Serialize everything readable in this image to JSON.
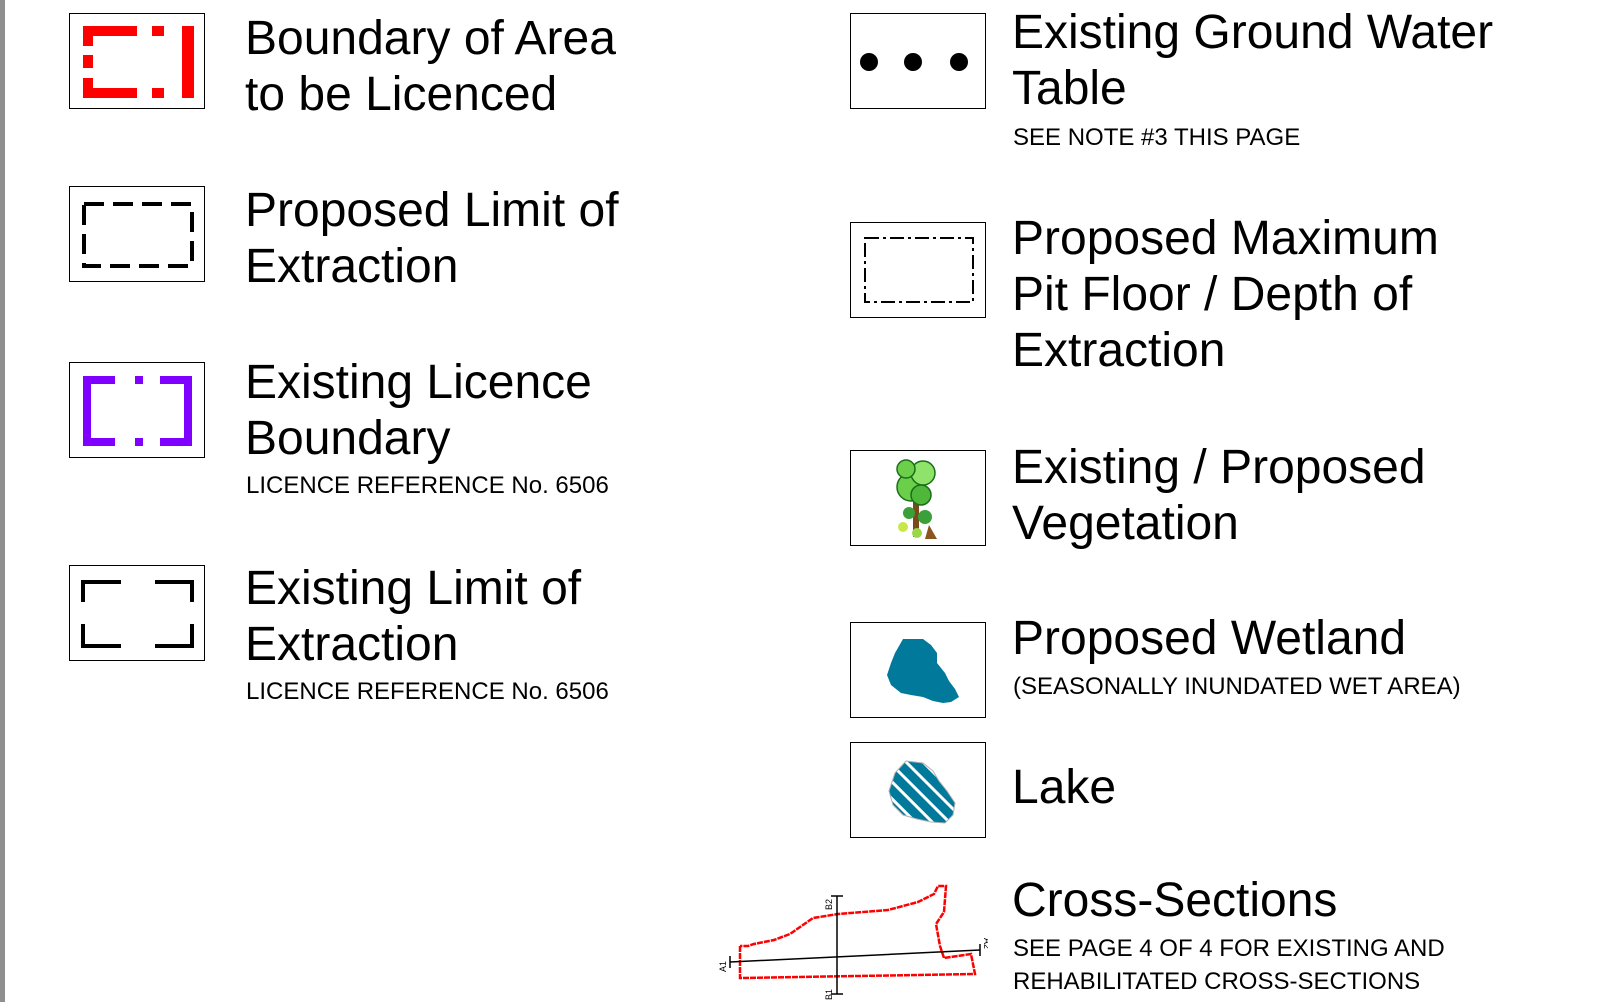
{
  "legend": {
    "boundary_area": {
      "line1": "Boundary of Area",
      "line2": "to be Licenced",
      "color": "#ff0000"
    },
    "proposed_limit": {
      "line1": "Proposed Limit of",
      "line2": "Extraction"
    },
    "existing_licence": {
      "line1": "Existing Licence",
      "line2": "Boundary",
      "note": "LICENCE REFERENCE No. 6506",
      "color": "#8000ff"
    },
    "existing_limit": {
      "line1": "Existing Limit of",
      "line2": "Extraction",
      "note": "LICENCE REFERENCE No. 6506"
    },
    "ground_water": {
      "line1": "Existing Ground Water",
      "line2": "Table",
      "note": "SEE NOTE #3 THIS PAGE"
    },
    "max_pit_floor": {
      "line1": "Proposed Maximum",
      "line2": "Pit Floor / Depth of",
      "line3": "Extraction"
    },
    "vegetation": {
      "line1": "Existing / Proposed",
      "line2": "Vegetation"
    },
    "wetland": {
      "line1": "Proposed Wetland",
      "note": "(SEASONALLY INUNDATED WET AREA)",
      "color": "#00799a"
    },
    "lake": {
      "line1": "Lake",
      "color": "#00799a"
    },
    "cross_sections": {
      "line1": "Cross-Sections",
      "note1": "SEE PAGE 4 OF 4 FOR EXISTING AND",
      "note2": "REHABILITATED CROSS-SECTIONS",
      "label_a1": "A1",
      "label_a2": "A2",
      "label_b1": "B1",
      "label_b2": "B2",
      "color": "#ff0000"
    }
  }
}
